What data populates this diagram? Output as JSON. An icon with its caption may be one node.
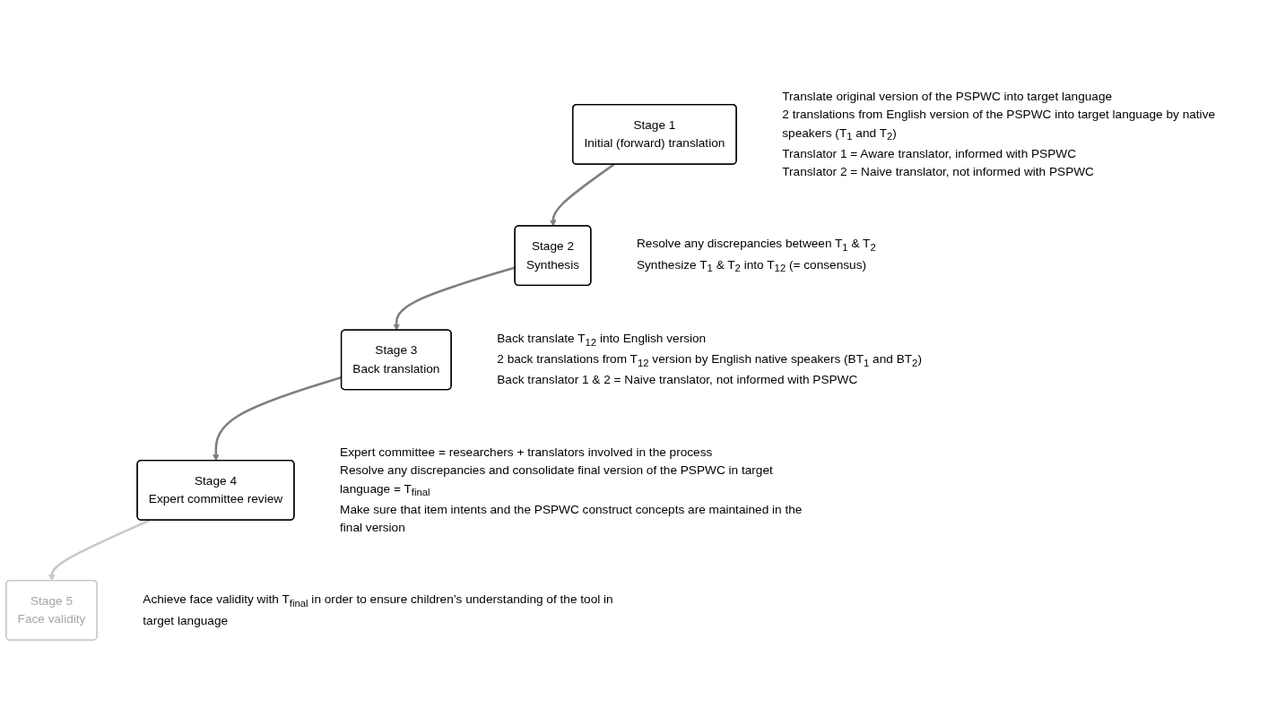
{
  "diagram": {
    "nodes": [
      {
        "text": [
          "Stage 1",
          "Initial (forward) translation"
        ],
        "beside": [
          "Translate original version of the PSPWC into target language",
          "2 translations from English version of the PSPWC into target language by native speakers (T$_{1}$ and T$_{2}$)",
          "Translator 1 = Aware translator, informed with PSPWC",
          "Translator 2 = Naive translator, not informed with PSPWC"
        ]
      },
      {
        "text": [
          "Stage 2",
          "Synthesis"
        ],
        "beside": [
          "Resolve any discrepancies between T$_{1}$ & T$_{2}$",
          "Synthesize T$_{1}$ & T$_{2}$ into T$_{12}$ (= consensus)"
        ]
      },
      {
        "text": [
          "Stage 3",
          "Back translation"
        ],
        "beside": [
          "Back translate T$_{12}$ into English version",
          "2 back translations from T$_{12}$ version by English native speakers (BT$_{1}$ and BT$_{2}$)",
          "Back translator 1 & 2 = Naive translator, not informed with PSPWC"
        ]
      },
      {
        "text": [
          "Stage 4",
          "Expert committee review"
        ],
        "beside": [
          "Expert committee = researchers + translators involved in the process",
          "Resolve any discrepancies and consolidate final version of the PSPWC in target language = T$_{final}$",
          "Make sure that item intents and the PSPWC construct concepts are maintained in the final version"
        ]
      },
      {
        "text": [
          "Stage 5",
          "Face validity"
        ],
        "beside": [
          "Achieve face validity with T$_{final}$ in order to ensure children’s understanding of the tool in target language"
        ]
      }
    ],
    "edges": [
      {
        "from": 0,
        "to": 1,
        "arrow": "to"
      },
      {
        "from": 1,
        "to": 2,
        "arrow": "to"
      },
      {
        "from": 2,
        "to": 3,
        "arrow": "to"
      },
      {
        "from": 3,
        "to": 4,
        "arrow": "to",
        "color": "#c8c8c8"
      }
    ]
  }
}
